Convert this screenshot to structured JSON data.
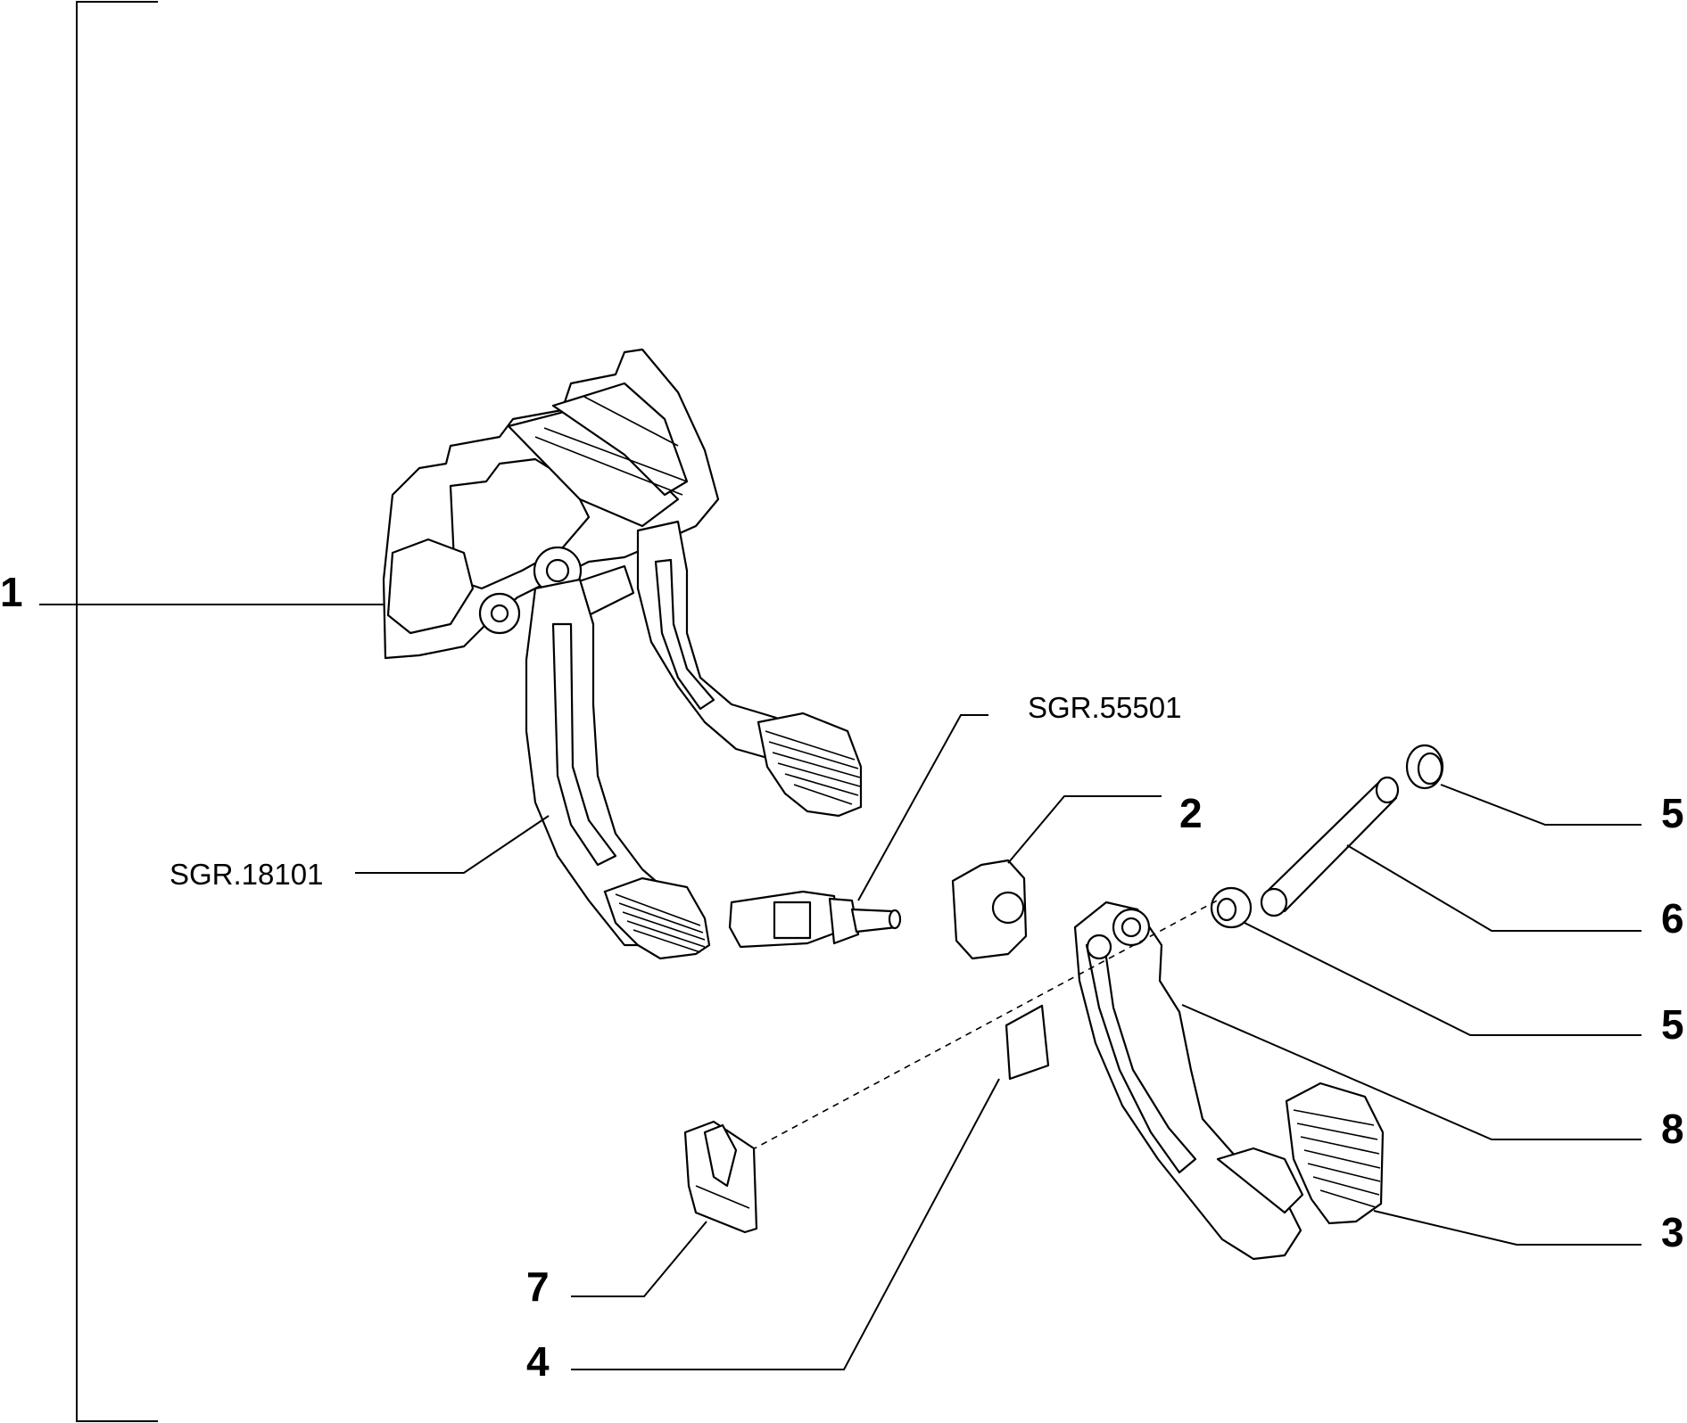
{
  "callouts": [
    {
      "id": "1",
      "label": "1"
    },
    {
      "id": "2",
      "label": "2"
    },
    {
      "id": "3",
      "label": "3"
    },
    {
      "id": "4",
      "label": "4"
    },
    {
      "id": "5a",
      "label": "5"
    },
    {
      "id": "5b",
      "label": "5"
    },
    {
      "id": "6",
      "label": "6"
    },
    {
      "id": "7",
      "label": "7"
    },
    {
      "id": "8",
      "label": "8"
    }
  ],
  "references": [
    {
      "id": "pedal_assembly",
      "label": "SGR.18101"
    },
    {
      "id": "switch",
      "label": "SGR.55501"
    }
  ]
}
